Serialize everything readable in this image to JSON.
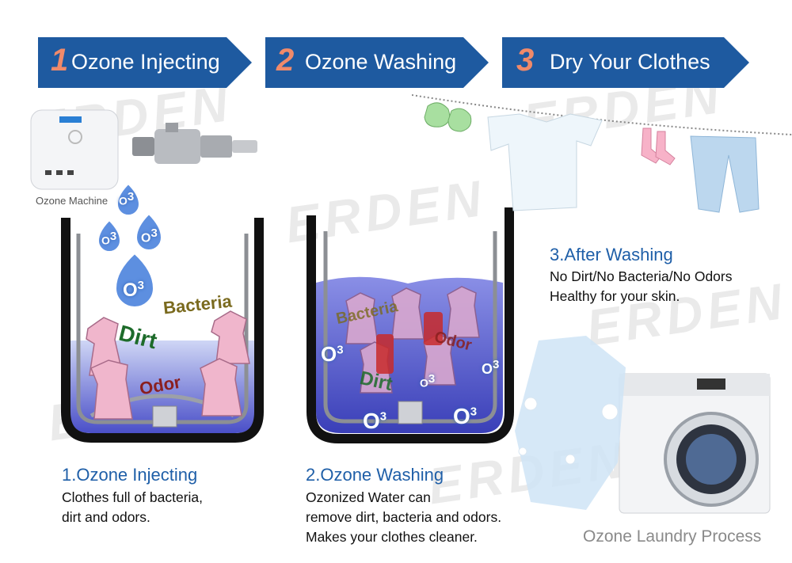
{
  "banners": [
    {
      "num": "1",
      "label": "Ozone Injecting"
    },
    {
      "num": "2",
      "label": "Ozone Washing"
    },
    {
      "num": "3",
      "label": "Dry Your Clothes"
    }
  ],
  "watermark": "ERDEN",
  "ozone_machine_label": "Ozone Machine",
  "tank1": {
    "words": [
      "Bacteria",
      "Dirt",
      "Odor"
    ],
    "drops": [
      "O3",
      "O3",
      "O3",
      "O3"
    ]
  },
  "tank2": {
    "words": [
      "Bacteria",
      "Odor",
      "Dirt"
    ],
    "o3_marks": [
      "O3",
      "O3",
      "O3",
      "O3",
      "O3"
    ]
  },
  "step1": {
    "title": "1.Ozone Injecting",
    "lines": [
      "Clothes full of bacteria,",
      "dirt and odors."
    ]
  },
  "step2": {
    "title": "2.Ozone Washing",
    "lines": [
      "Ozonized Water can",
      "remove dirt, bacteria and odors.",
      "Makes your clothes cleaner."
    ]
  },
  "step3": {
    "title": "3.After Washing",
    "lines": [
      "No Dirt/No Bacteria/No Odors",
      "Healthy for your skin."
    ]
  },
  "caption": "Ozone Laundry Process",
  "colors": {
    "banner": "#1e5aa0",
    "number": "#f08a6a",
    "title": "#1f5fa8",
    "bacteria": "#7a6a1e",
    "dirt": "#1d6b2a",
    "odor": "#8a1f1f",
    "water": "#4a4fc8"
  }
}
